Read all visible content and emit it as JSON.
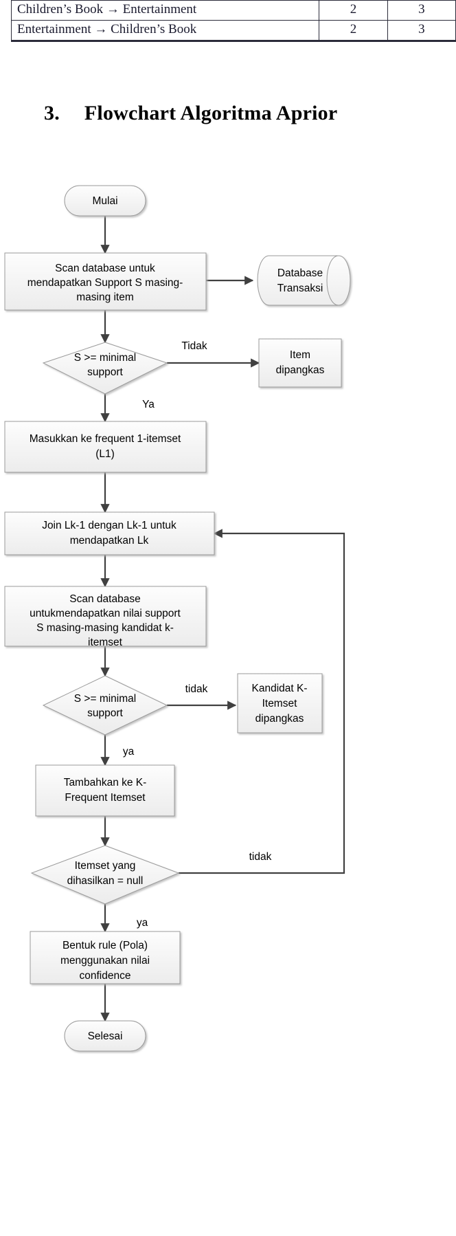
{
  "table_fragment": {
    "rows": [
      {
        "rule": "Children’s Book → Entertainment",
        "col2": "2",
        "col3": "3"
      },
      {
        "rule": "Entertainment → Children’s Book",
        "col2": "2",
        "col3": "3"
      }
    ]
  },
  "heading": {
    "number": "3.",
    "title": "Flowchart Algoritma Aprior"
  },
  "flowchart": {
    "nodes": {
      "start": {
        "label": "Mulai",
        "shape": "terminator"
      },
      "scan_db_1": {
        "label": "Scan database untuk mendapatkan Support S masing-masing item",
        "shape": "process"
      },
      "database": {
        "label": "Database Transaksi",
        "shape": "cylinder"
      },
      "decision_1": {
        "label": "S >= minimal support",
        "shape": "decision"
      },
      "item_pruned": {
        "label": "Item dipangkas",
        "shape": "process"
      },
      "frequent_1": {
        "label": "Masukkan ke frequent 1-itemset (L1)",
        "shape": "process"
      },
      "join_lk": {
        "label": "Join Lk-1 dengan Lk-1 untuk mendapatkan Lk",
        "shape": "process"
      },
      "scan_db_2": {
        "label": "Scan database untukmendapatkan nilai support S masing-masing kandidat k-itemset",
        "shape": "process"
      },
      "decision_2": {
        "label": "S >= minimal support",
        "shape": "decision"
      },
      "kandidat_pruned": {
        "label": "Kandidat K-Itemset dipangkas",
        "shape": "process"
      },
      "tambahkan": {
        "label": "Tambahkan ke K-Frequent Itemset",
        "shape": "process"
      },
      "decision_3": {
        "label": "Itemset yang dihasilkan = null",
        "shape": "decision"
      },
      "bentuk_rule": {
        "label": "Bentuk rule (Pola) menggunakan nilai confidence",
        "shape": "process"
      },
      "end": {
        "label": "Selesai",
        "shape": "terminator"
      }
    },
    "node_text_lines": {
      "start": [
        "Mulai"
      ],
      "scan_db_1": [
        "Scan database untuk",
        "mendapatkan Support S masing-",
        "masing item"
      ],
      "database": [
        "Database",
        "Transaksi"
      ],
      "decision_1": [
        "S >= minimal",
        "support"
      ],
      "item_pruned": [
        "Item",
        "dipangkas"
      ],
      "frequent_1": [
        "Masukkan ke frequent 1-itemset",
        "(L1)"
      ],
      "join_lk": [
        "Join Lk-1 dengan Lk-1 untuk",
        "mendapatkan Lk"
      ],
      "scan_db_2": [
        "Scan database",
        "untukmendapatkan nilai support",
        "S masing-masing kandidat k-",
        "itemset"
      ],
      "decision_2": [
        "S >= minimal",
        "support"
      ],
      "kandidat_pruned": [
        "Kandidat K-",
        "Itemset",
        "dipangkas"
      ],
      "tambahkan": [
        "Tambahkan ke K-",
        "Frequent Itemset"
      ],
      "decision_3": [
        "Itemset yang",
        "dihasilkan = null"
      ],
      "bentuk_rule": [
        "Bentuk rule (Pola)",
        "menggunakan nilai",
        "confidence"
      ],
      "end": [
        "Selesai"
      ]
    },
    "edge_labels": {
      "d1_no": "Tidak",
      "d1_yes": "Ya",
      "d2_no": "tidak",
      "d2_yes": "ya",
      "d3_no": "tidak",
      "d3_yes": "ya"
    }
  },
  "colors": {
    "shape_fill_top": "#fdfdfd",
    "shape_fill_bottom": "#eeeeee",
    "shape_stroke": "#9a9a9a",
    "connector": "#404040",
    "text": "#000000",
    "page_background": "#ffffff",
    "table_border": "#2b2b3a"
  }
}
